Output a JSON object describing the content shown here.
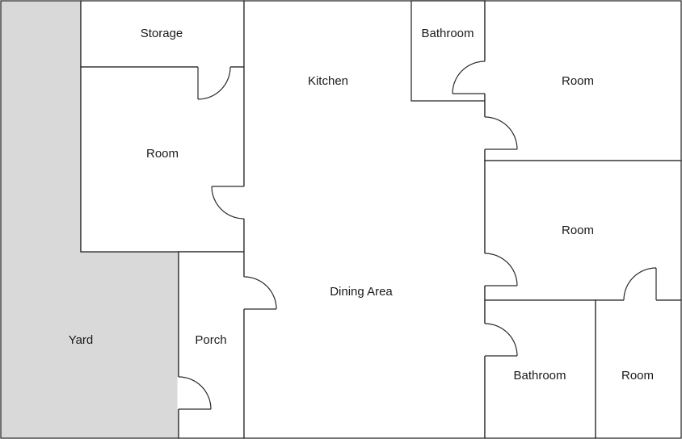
{
  "floor_plan": {
    "rooms": {
      "storage": "Storage",
      "room_upper_left": "Room",
      "kitchen": "Kitchen",
      "bathroom_top": "Bathroom",
      "room_top_right": "Room",
      "room_middle_right": "Room",
      "dining_area": "Dining Area",
      "yard": "Yard",
      "porch": "Porch",
      "bathroom_bottom": "Bathroom",
      "room_bottom_right": "Room"
    },
    "colors": {
      "yard_fill": "#d9d9d9",
      "wall": "#2b2b2b",
      "room_fill": "#ffffff"
    }
  }
}
